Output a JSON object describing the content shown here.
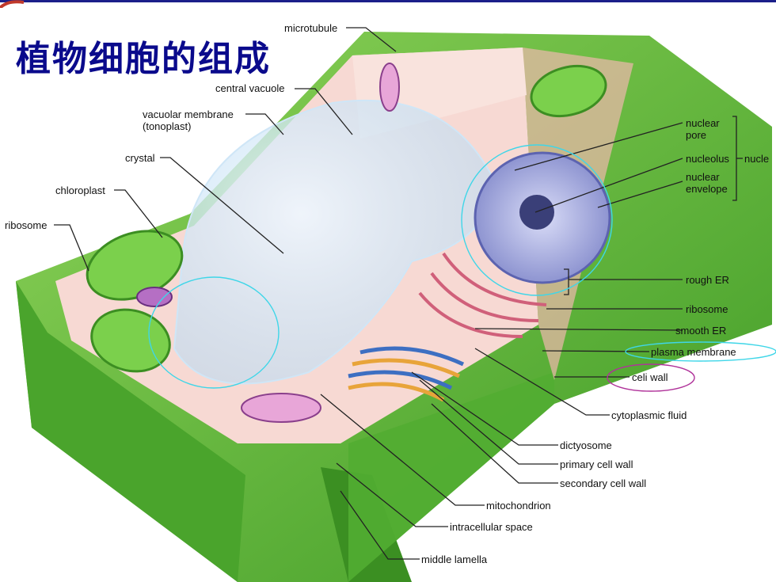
{
  "slide": {
    "title": "植物细胞的组成"
  },
  "labels": {
    "microtubule": "microtubule",
    "central_vacuole": "central vacuole",
    "vacuolar_membrane": "vacuolar membrane\n(tonoplast)",
    "crystal": "crystal",
    "chloroplast": "chloroplast",
    "ribosome_left": "ribosome",
    "nuclear_pore": "nuclear\npore",
    "nucleolus": "nucleolus",
    "nucleus": "nucle",
    "nuclear_envelope": "nuclear\nenvelope",
    "rough_er": "rough ER",
    "ribosome_right": "ribosome",
    "smooth_er": "smooth ER",
    "plasma_membrane": "plasma membrane",
    "cell_wall": "celi wall",
    "cytoplasmic_fluid": "cytoplasmic fluid",
    "dictyosome": "dictyosome",
    "primary_cell_wall": "primary cell wall",
    "secondary_cell_wall": "secondary cell wall",
    "mitochondrion": "mitochondrion",
    "intracellular_space": "intracellular space",
    "middle_lamella": "middle lamella"
  },
  "colors": {
    "title": "#0a0a8c",
    "wall_green": "#5fb83a",
    "annotation_cyan": "#3fd6e8",
    "annotation_purple": "#b0339a"
  }
}
